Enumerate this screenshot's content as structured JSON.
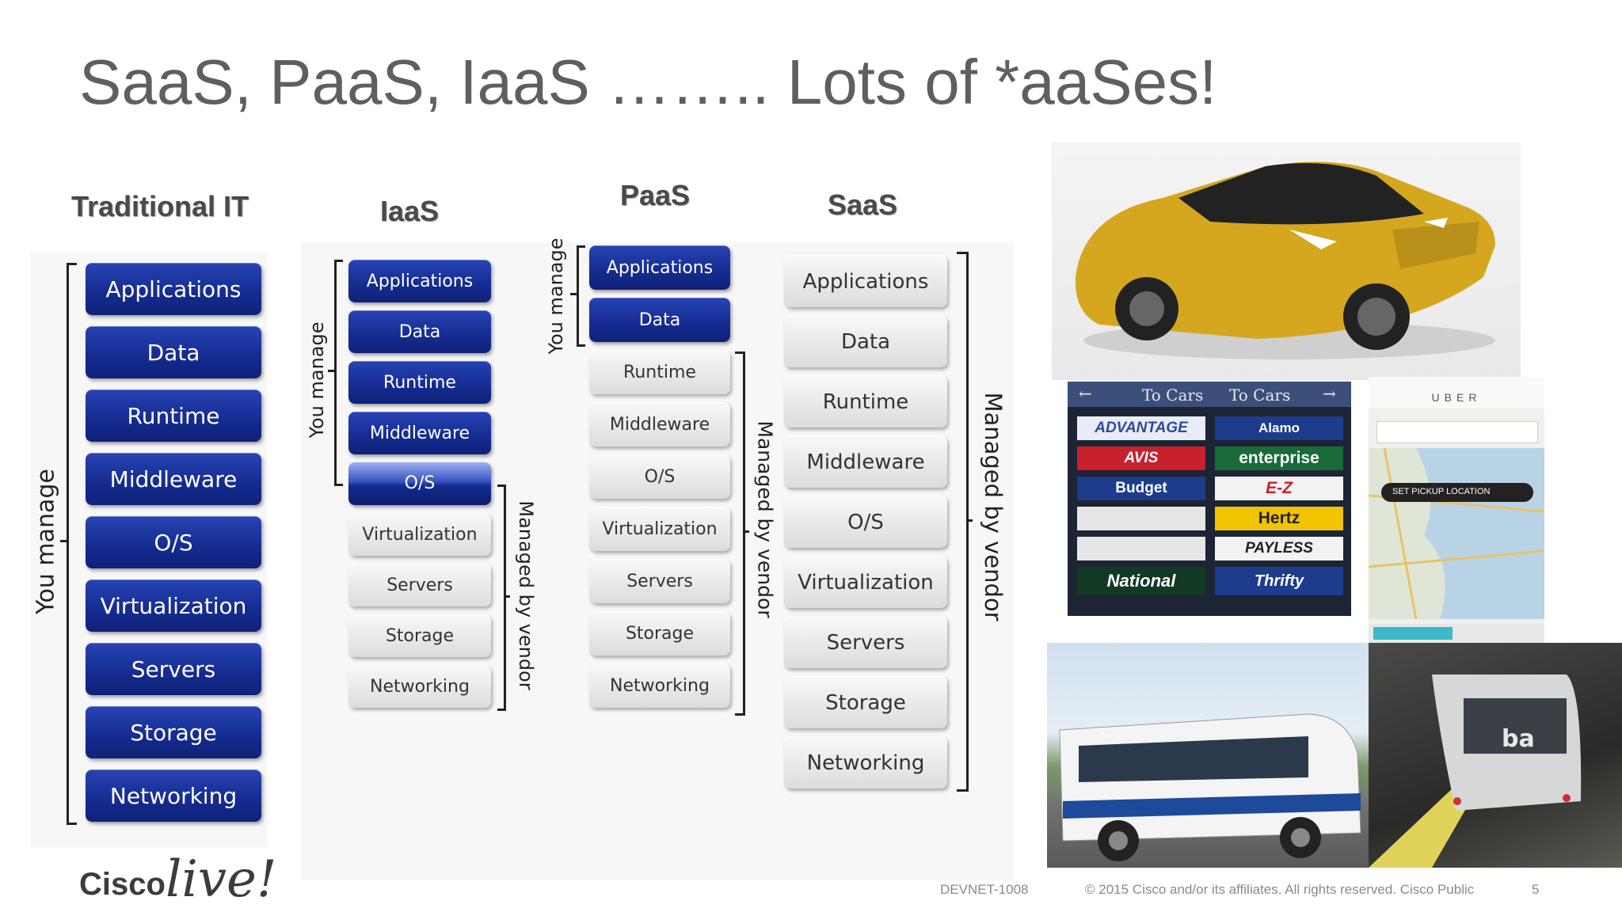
{
  "slide": {
    "title": "SaaS, PaaS, IaaS …….. Lots of *aaSes!"
  },
  "columns": {
    "traditional": {
      "heading": "Traditional IT",
      "side_label": "You manage",
      "items": [
        "Applications",
        "Data",
        "Runtime",
        "Middleware",
        "O/S",
        "Virtualization",
        "Servers",
        "Storage",
        "Networking"
      ]
    },
    "iaas": {
      "heading": "IaaS",
      "you_manage": "You manage",
      "vendor": "Managed by vendor",
      "items": [
        "Applications",
        "Data",
        "Runtime",
        "Middleware",
        "O/S",
        "Virtualization",
        "Servers",
        "Storage",
        "Networking"
      ]
    },
    "paas": {
      "heading": "PaaS",
      "you_manage": "You manage",
      "vendor": "Managed by vendor",
      "items": [
        "Applications",
        "Data",
        "Runtime",
        "Middleware",
        "O/S",
        "Virtualization",
        "Servers",
        "Storage",
        "Networking"
      ]
    },
    "saas": {
      "heading": "SaaS",
      "vendor": "Managed by vendor",
      "items": [
        "Applications",
        "Data",
        "Runtime",
        "Middleware",
        "O/S",
        "Virtualization",
        "Servers",
        "Storage",
        "Networking"
      ]
    }
  },
  "photos": {
    "rental_signs": {
      "header_left": "To Cars",
      "header_right": "To Cars",
      "left": [
        "ADVANTAGE",
        "AVIS",
        "Budget",
        "",
        "",
        "National"
      ],
      "right": [
        "Alamo",
        "enterprise",
        "E-Z",
        "Hertz",
        "PAYLESS",
        "Thrifty"
      ]
    },
    "uber": {
      "brand": "UBER",
      "pickup": "SET PICKUP LOCATION"
    },
    "bart": {
      "logo": "ba"
    }
  },
  "footer": {
    "session": "DEVNET-1008",
    "copyright": "© 2015  Cisco and/or its affiliates. All rights reserved.   Cisco Public",
    "page": "5"
  },
  "logo": {
    "cisco": "Cisco",
    "live": "live!"
  },
  "colors": {
    "blue": "#142b8f",
    "grey": "#e4e4e4",
    "title": "#5f5f5f"
  }
}
